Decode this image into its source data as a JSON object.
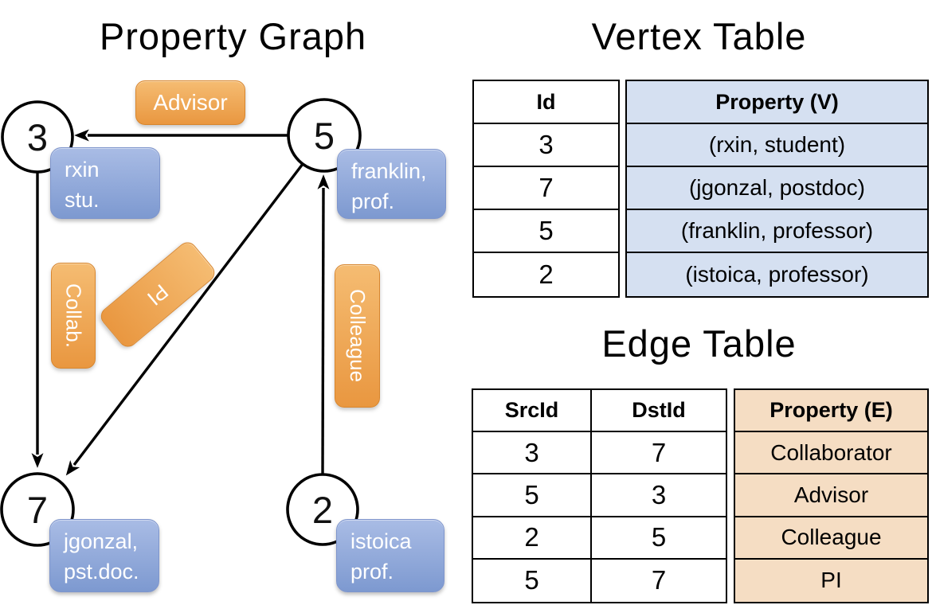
{
  "colors": {
    "orange_top": "#f5bc72",
    "orange_bottom": "#e99740",
    "blue_top": "#a9bce5",
    "blue_bottom": "#7d99d0",
    "vertex_property_fill": "#d5e0f1",
    "edge_property_fill": "#f5ddc3",
    "line_color": "#000000"
  },
  "graph": {
    "title": "Property Graph",
    "nodes": [
      {
        "label": "3"
      },
      {
        "label": "5"
      },
      {
        "label": "7"
      },
      {
        "label": "2"
      }
    ],
    "vertex_boxes": [
      {
        "line1": "rxin",
        "line2": "stu."
      },
      {
        "line1": "franklin,",
        "line2": "prof."
      },
      {
        "line1": "jgonzal,",
        "line2": "pst.doc."
      },
      {
        "line1": "istoica",
        "line2": "prof."
      }
    ],
    "edge_labels": [
      {
        "label": "Advisor"
      },
      {
        "label": "Collab."
      },
      {
        "label": "PI"
      },
      {
        "label": "Colleague"
      }
    ]
  },
  "vertex_table": {
    "title": "Vertex Table",
    "id_header": "Id",
    "property_header": "Property (V)",
    "rows": [
      {
        "id": "3",
        "property": "(rxin, student)"
      },
      {
        "id": "7",
        "property": "(jgonzal, postdoc)"
      },
      {
        "id": "5",
        "property": "(franklin, professor)"
      },
      {
        "id": "2",
        "property": "(istoica, professor)"
      }
    ]
  },
  "edge_table": {
    "title": "Edge Table",
    "src_header": "SrcId",
    "dst_header": "DstId",
    "property_header": "Property (E)",
    "rows": [
      {
        "src": "3",
        "dst": "7",
        "property": "Collaborator"
      },
      {
        "src": "5",
        "dst": "3",
        "property": "Advisor"
      },
      {
        "src": "2",
        "dst": "5",
        "property": "Colleague"
      },
      {
        "src": "5",
        "dst": "7",
        "property": "PI"
      }
    ]
  }
}
